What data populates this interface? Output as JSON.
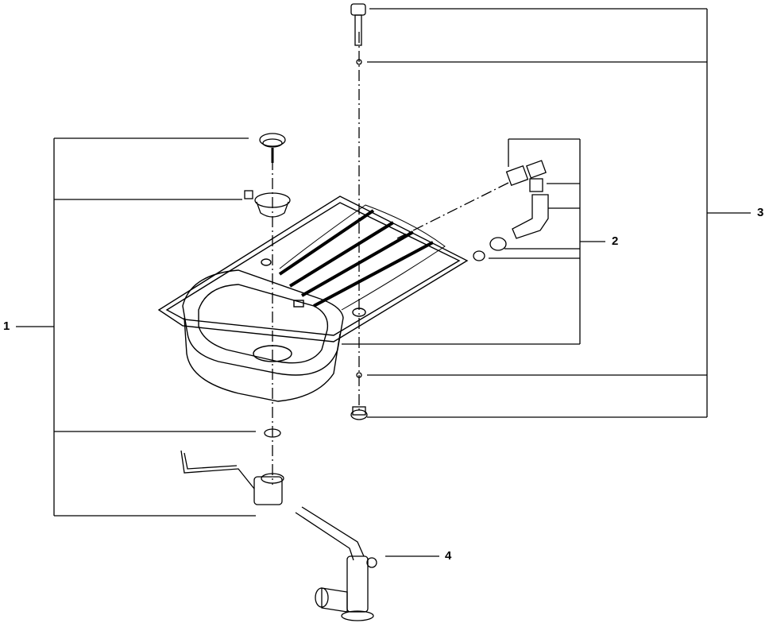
{
  "diagram": {
    "callouts": [
      {
        "id": "1",
        "text": "1"
      },
      {
        "id": "2",
        "text": "2"
      },
      {
        "id": "3",
        "text": "3"
      },
      {
        "id": "4",
        "text": "4"
      }
    ]
  }
}
